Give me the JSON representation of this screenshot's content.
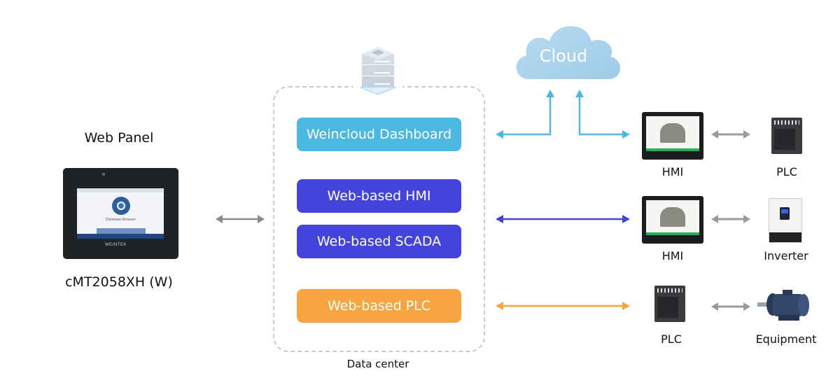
{
  "web_panel": {
    "title": "Web Panel",
    "model": "cMT2058XH (W)",
    "screen_text": "Chromium Browser",
    "brand": "WEINTEK"
  },
  "data_center": {
    "label": "Data center",
    "icon": "server-stack-icon",
    "boxes": [
      {
        "label": "Weincloud Dashboard",
        "color": "#4cb7e0"
      },
      {
        "label": "Web-based HMI",
        "color": "#4444dd"
      },
      {
        "label": "Web-based SCADA",
        "color": "#4444dd"
      },
      {
        "label": "Web-based PLC",
        "color": "#f7a540"
      }
    ]
  },
  "cloud": {
    "label": "Cloud",
    "color": "#a9d2ea"
  },
  "devices": {
    "row1": {
      "left": "HMI",
      "right": "PLC"
    },
    "row2": {
      "left": "HMI",
      "right": "Inverter"
    },
    "row3": {
      "left": "PLC",
      "right": "Equipment"
    }
  },
  "colors": {
    "cloud_arrow": "#4cb7e0",
    "hmi_arrow": "#4444cc",
    "plc_arrow": "#f7a540",
    "gray_arrow": "#9a9a9a"
  }
}
